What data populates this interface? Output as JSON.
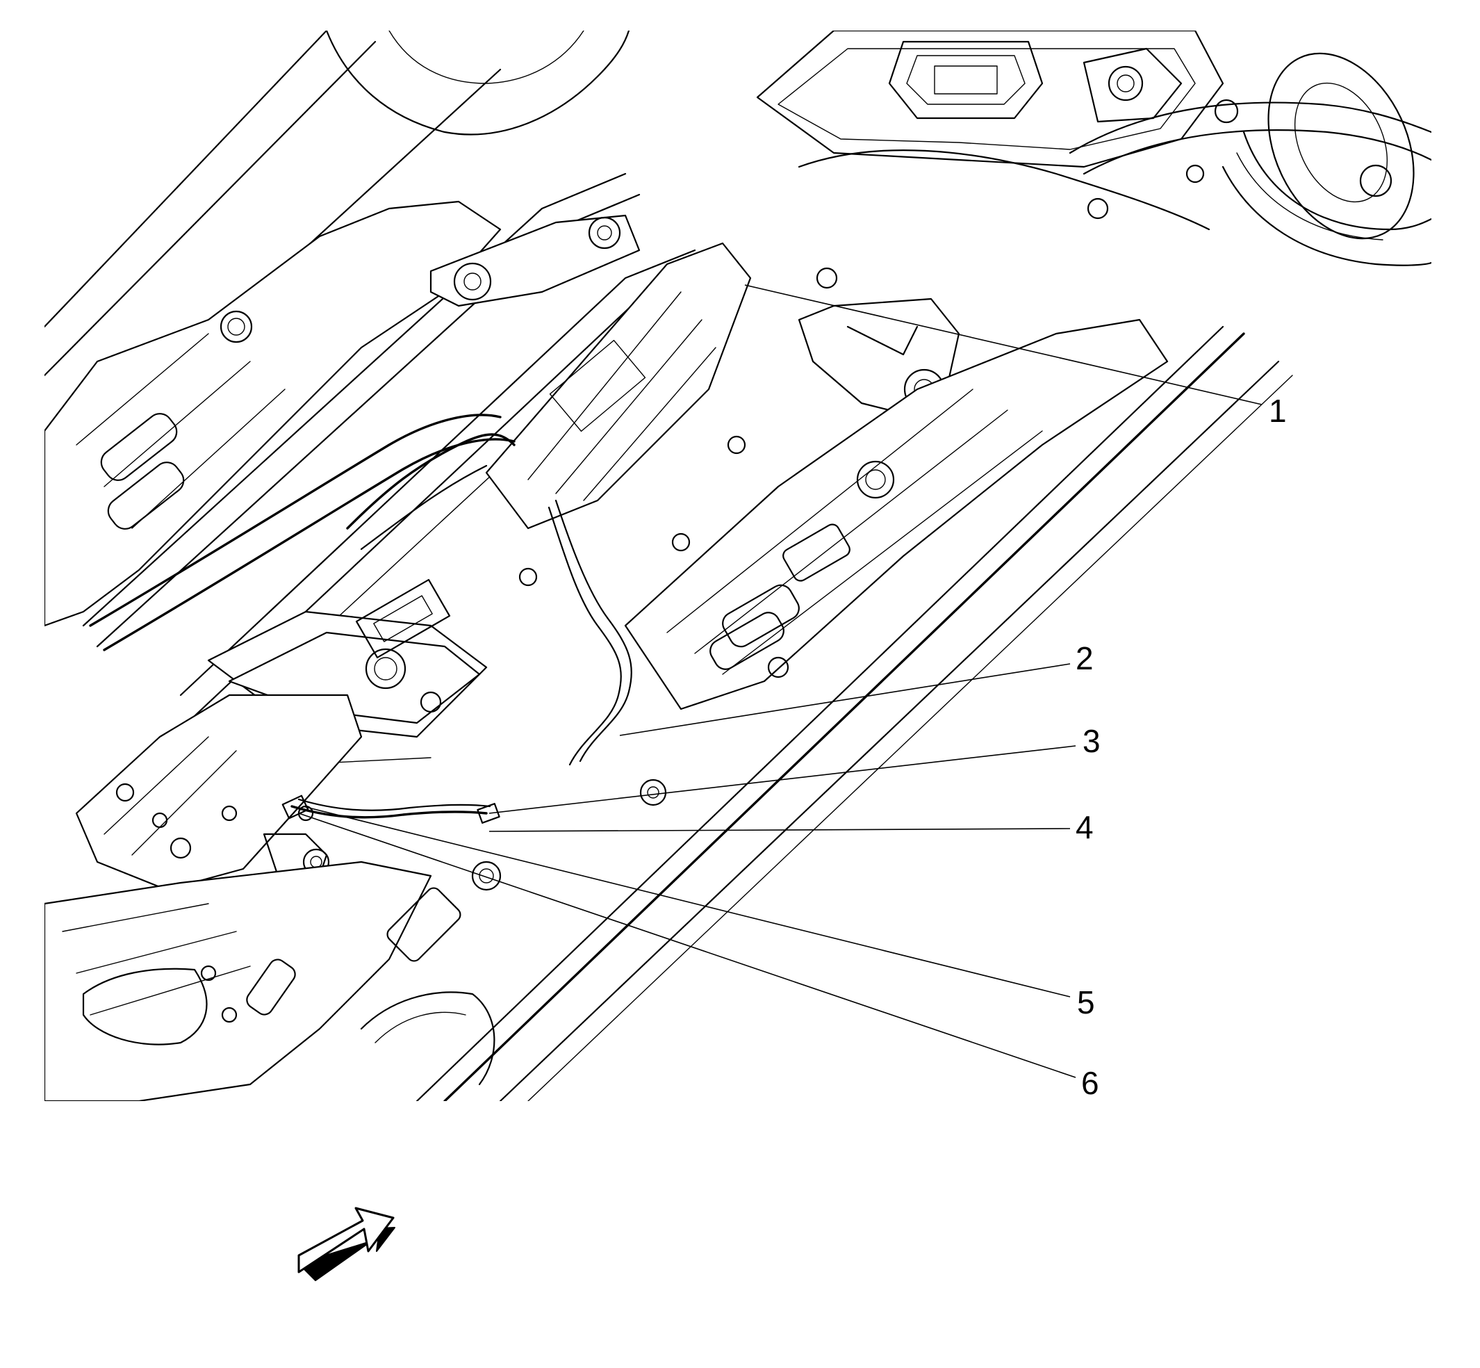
{
  "colors": {
    "ink": "#000000",
    "paper": "#ffffff"
  },
  "callouts": [
    {
      "id": 1,
      "label": "1"
    },
    {
      "id": 2,
      "label": "2"
    },
    {
      "id": 3,
      "label": "3"
    },
    {
      "id": 4,
      "label": "4"
    },
    {
      "id": 5,
      "label": "5"
    },
    {
      "id": 6,
      "label": "6"
    }
  ],
  "orientation_arrow": {
    "icon": "vehicle-front-arrow-icon"
  }
}
